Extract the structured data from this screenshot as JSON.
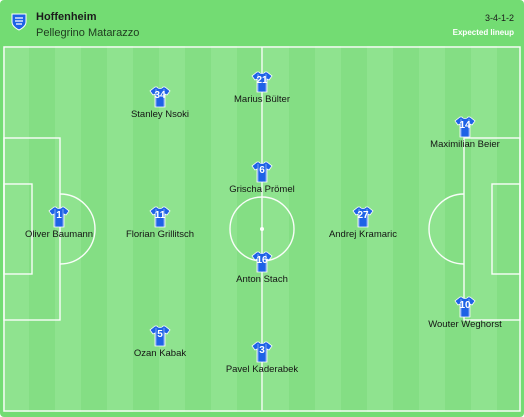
{
  "header": {
    "team_name": "Hoffenheim",
    "coach": "Pellegrino Matarazzo",
    "formation": "3-4-1-2",
    "lineup_label": "Expected lineup"
  },
  "colors": {
    "pitch_light": "#8fe38f",
    "pitch_dark": "#84de84",
    "header_bg": "#73dc73",
    "shirt": "#1e62e6",
    "lines": "#ffffff"
  },
  "players": [
    {
      "number": "1",
      "name": "Oliver Baumann"
    },
    {
      "number": "34",
      "name": "Stanley Nsoki"
    },
    {
      "number": "11",
      "name": "Florian Grillitsch"
    },
    {
      "number": "5",
      "name": "Ozan Kabak"
    },
    {
      "number": "21",
      "name": "Marius Bülter"
    },
    {
      "number": "6",
      "name": "Grischa Prömel"
    },
    {
      "number": "16",
      "name": "Anton Stach"
    },
    {
      "number": "3",
      "name": "Pavel Kaderabek"
    },
    {
      "number": "27",
      "name": "Andrej Kramaric"
    },
    {
      "number": "14",
      "name": "Maximilian Beier"
    },
    {
      "number": "10",
      "name": "Wouter Weghorst"
    }
  ]
}
